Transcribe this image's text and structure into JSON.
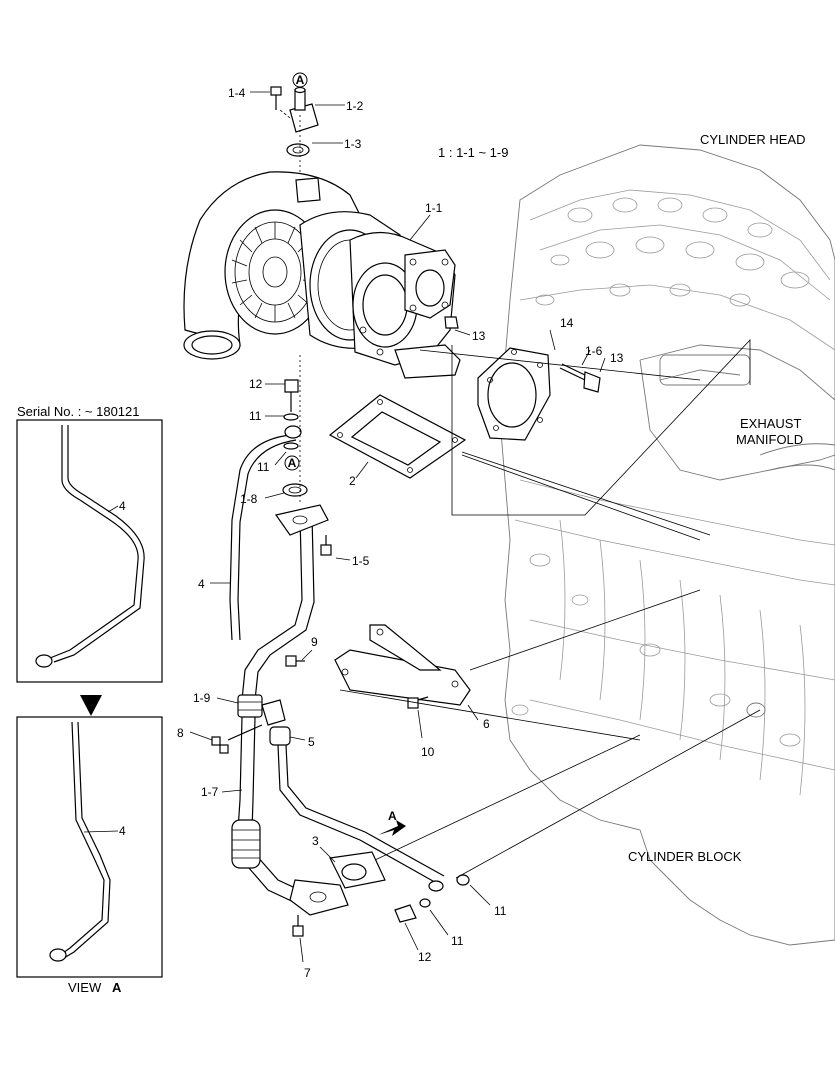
{
  "diagram": {
    "ratio_note": "1 : 1-1 ~ 1-9",
    "serial_note": "Serial No. : ~ 180121",
    "view_caption": {
      "prefix": "VIEW",
      "letter": "A"
    },
    "areas": {
      "cylinder_head": "CYLINDER HEAD",
      "exhaust_manifold_1": "EXHAUST",
      "exhaust_manifold_2": "MANIFOLD",
      "cylinder_block": "CYLINDER BLOCK"
    },
    "callouts": {
      "c_1_4": "1-4",
      "c_1_2": "1-2",
      "c_1_3": "1-3",
      "c_1_1": "1-1",
      "c_13a": "13",
      "c_14": "14",
      "c_1_6": "1-6",
      "c_13b": "13",
      "c_12a": "12",
      "c_11a": "11",
      "c_11b": "11",
      "c_2": "2",
      "c_1_8": "1-8",
      "c_1_5": "1-5",
      "c_4a": "4",
      "c_9": "9",
      "c_1_9": "1-9",
      "c_6": "6",
      "c_8": "8",
      "c_5": "5",
      "c_10": "10",
      "c_1_7": "1-7",
      "c_3": "3",
      "c_11c": "11",
      "c_11d": "11",
      "c_12b": "12",
      "c_7": "7",
      "c_4b": "4",
      "c_4c": "4"
    },
    "markers": {
      "a_top": "A",
      "a_mid": "A",
      "a_arrow": "A"
    }
  }
}
